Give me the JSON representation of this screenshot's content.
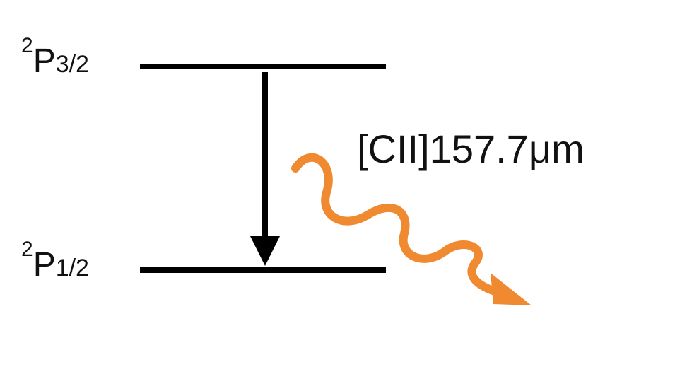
{
  "levels": {
    "upper": {
      "sup": "2",
      "main": "P",
      "sub": "3/2"
    },
    "lower": {
      "sup": "2",
      "main": "P",
      "sub": "1/2"
    }
  },
  "transition": {
    "label": "[CII]157.7μm"
  },
  "colors": {
    "lines": "#000000",
    "photon": "#f08a30"
  },
  "icons": {
    "transition_arrow": "down-arrow",
    "photon": "wavy-arrow"
  }
}
